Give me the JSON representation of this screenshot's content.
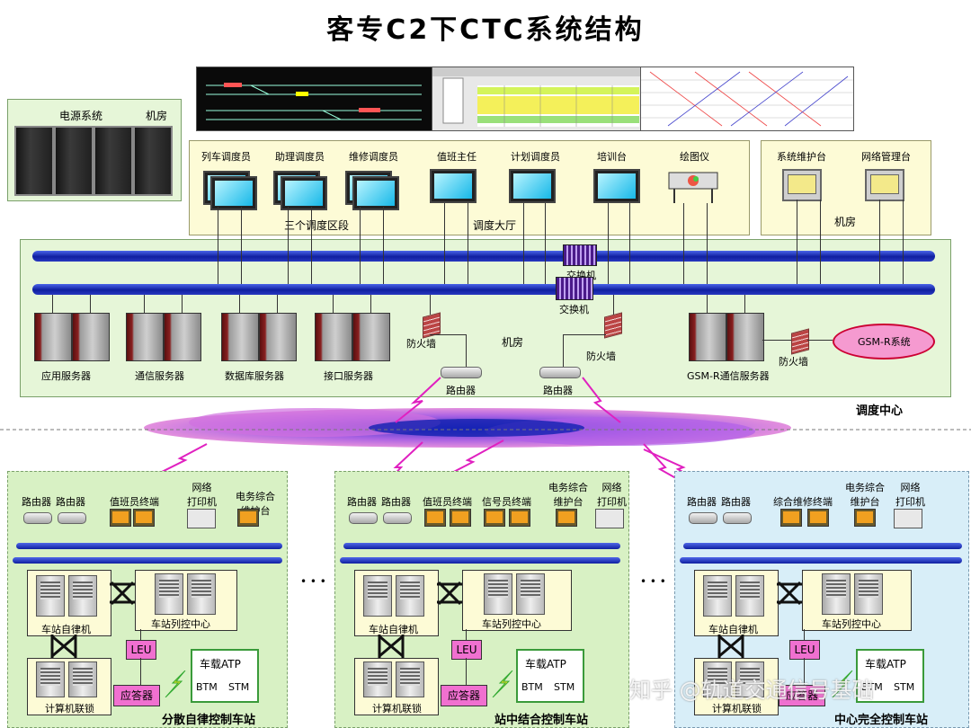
{
  "title": "客专C2下CTC系统结构",
  "power_room": {
    "power_label": "电源系统",
    "room_label": "机房"
  },
  "dispatch_hall": {
    "workstations": [
      "列车调度员",
      "助理调度员",
      "维修调度员",
      "值班主任",
      "计划调度员",
      "培训台",
      "绘图仪"
    ],
    "area_label": "三个调度区段",
    "hall_label": "调度大厅"
  },
  "maint_room": {
    "stations": [
      "系统维护台",
      "网络管理台"
    ],
    "room_label": "机房"
  },
  "center": {
    "switch1": "交换机",
    "switch2": "交换机",
    "servers": [
      "应用服务器",
      "通信服务器",
      "数据库服务器",
      "接口服务器"
    ],
    "firewall1": "防火墙",
    "firewall2": "防火墙",
    "firewall3": "防火墙",
    "room_label": "机房",
    "router1": "路由器",
    "router2": "路由器",
    "gsmr_server": "GSM-R通信服务器",
    "gsmr_system": "GSM-R系统",
    "center_label": "调度中心"
  },
  "stations": [
    {
      "routers": [
        "路由器",
        "路由器"
      ],
      "terminals": [
        "值班员终端"
      ],
      "printer": "网络\n打印机",
      "maint": "电务综合\n维护台",
      "autonomous": "车站自律机",
      "control_center": "车站列控中心",
      "leu": "LEU",
      "onboard_atp": "车载ATP",
      "btm": "BTM",
      "stm": "STM",
      "balise": "应答器",
      "interlock": "计算机联锁",
      "name": "分散自律控制车站"
    },
    {
      "routers": [
        "路由器",
        "路由器"
      ],
      "terminals": [
        "值班员终端",
        "信号员终端"
      ],
      "maint": "电务综合\n维护台",
      "printer": "网络\n打印机",
      "autonomous": "车站自律机",
      "control_center": "车站列控中心",
      "leu": "LEU",
      "onboard_atp": "车载ATP",
      "btm": "BTM",
      "stm": "STM",
      "balise": "应答器",
      "interlock": "计算机联锁",
      "name": "站中结合控制车站"
    },
    {
      "routers": [
        "路由器",
        "路由器"
      ],
      "terminals": [
        "综合维修终端"
      ],
      "maint": "电务综合\n维护台",
      "printer": "网络\n打印机",
      "autonomous": "车站自律机",
      "control_center": "车站列控中心",
      "leu": "LEU",
      "onboard_atp": "车载ATP",
      "btm": "BTM",
      "stm": "STM",
      "balise": "应答器",
      "interlock": "计算机联锁",
      "name": "中心完全控制车站"
    }
  ],
  "ellipsis": "• • •",
  "watermark": "知乎 @轨道交通信号基础",
  "colors": {
    "bus": "#0f1fa0",
    "yellow_panel": "#fdfbd6",
    "green_panel": "#e6f6d8",
    "blue_panel": "#d8eef8",
    "leu_pink": "#f070d0",
    "link_magenta": "#e020c0"
  }
}
